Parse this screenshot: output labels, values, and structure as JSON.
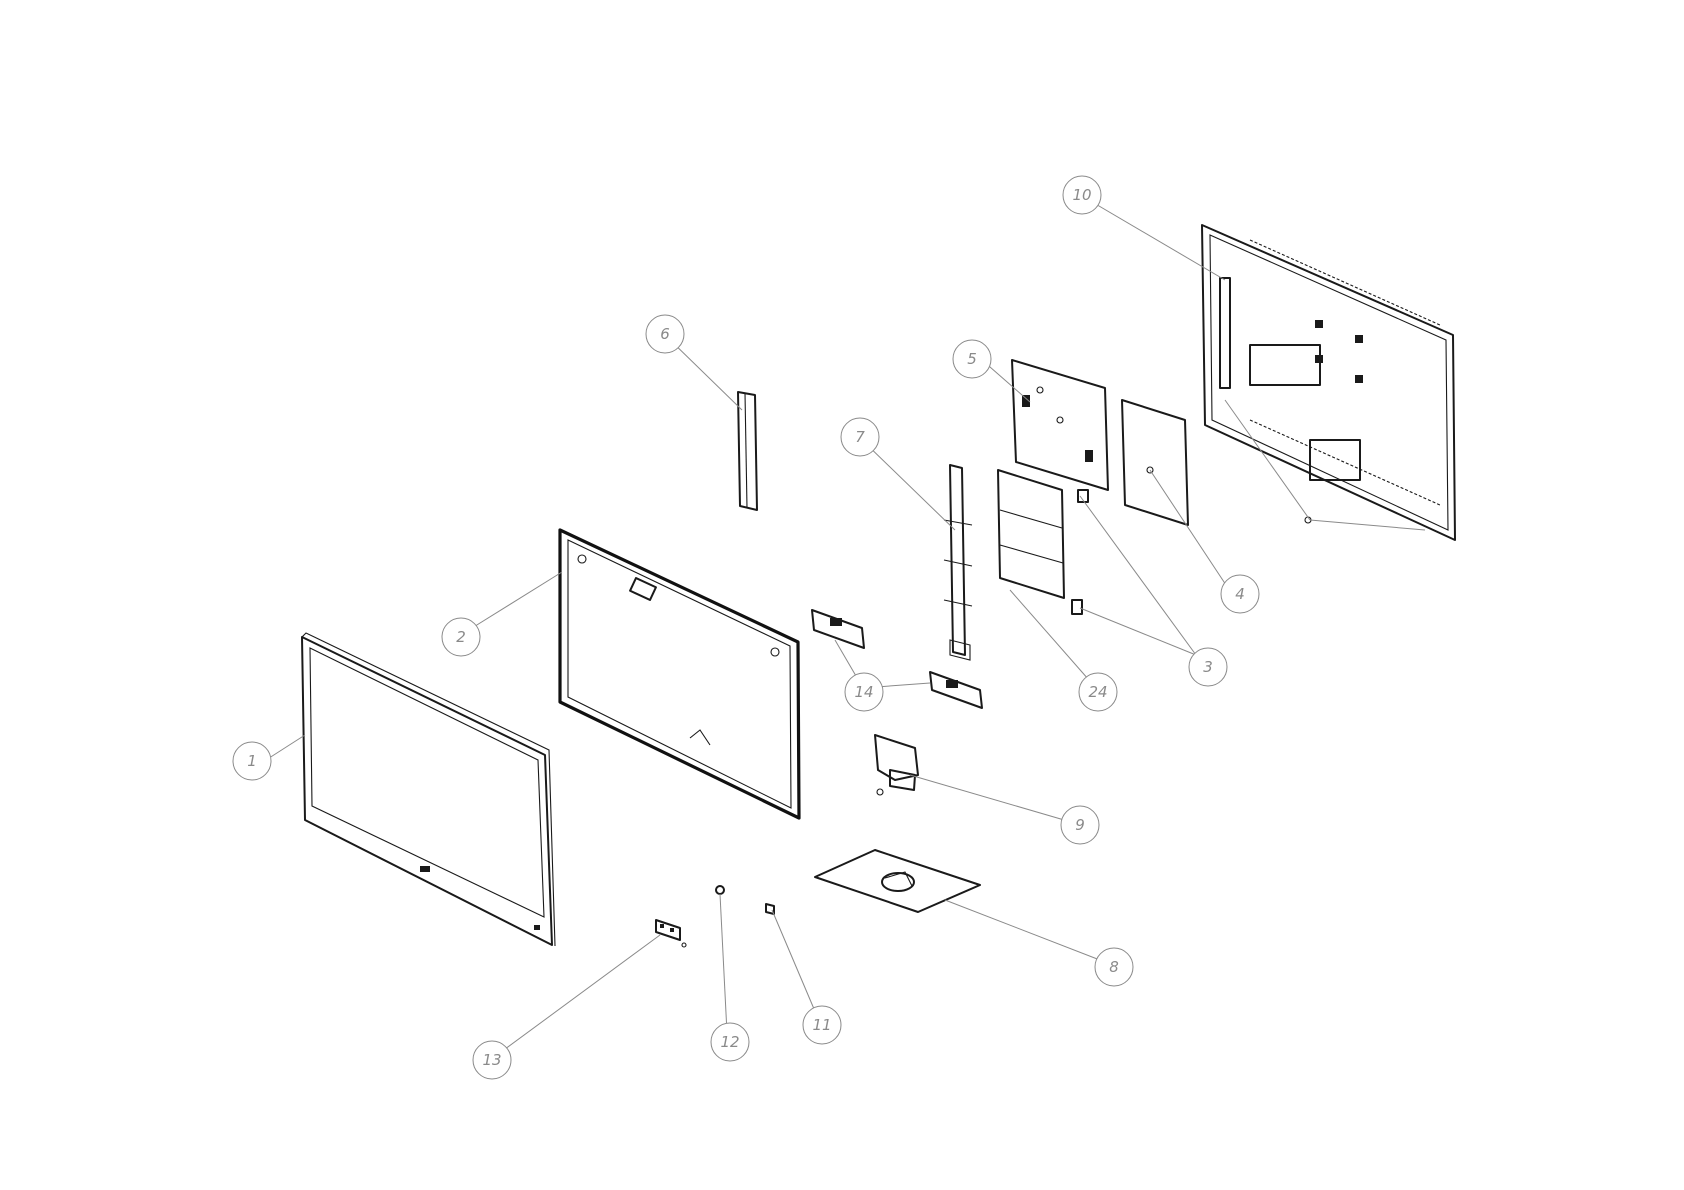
{
  "callouts": [
    {
      "id": "c1",
      "number": "1"
    },
    {
      "id": "c2",
      "number": "2"
    },
    {
      "id": "c3",
      "number": "3"
    },
    {
      "id": "c4",
      "number": "4"
    },
    {
      "id": "c5",
      "number": "5"
    },
    {
      "id": "c6",
      "number": "6"
    },
    {
      "id": "c7",
      "number": "7"
    },
    {
      "id": "c8",
      "number": "8"
    },
    {
      "id": "c9",
      "number": "9"
    },
    {
      "id": "c10",
      "number": "10"
    },
    {
      "id": "c11",
      "number": "11"
    },
    {
      "id": "c12",
      "number": "12"
    },
    {
      "id": "c13",
      "number": "13"
    },
    {
      "id": "c14",
      "number": "14"
    },
    {
      "id": "c24",
      "number": "24"
    }
  ]
}
